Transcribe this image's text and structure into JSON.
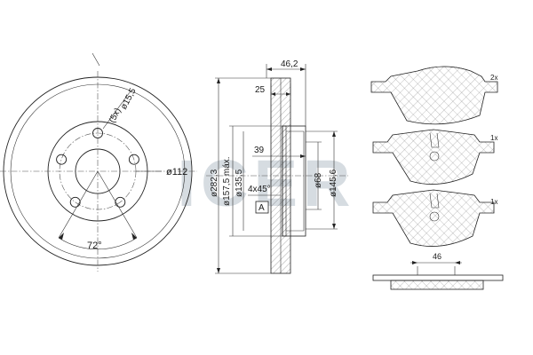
{
  "brand": {
    "logo_text": "ICER",
    "color": "#c9d1d8"
  },
  "front_view": {
    "bolt_label": "(5x)",
    "bolt_hole": "ø15,5",
    "pcd": "ø112",
    "angle": "72°"
  },
  "section_view": {
    "overall_width": "46,2",
    "disc_thickness": "25",
    "hat_height": "39",
    "chamfer": "4x45°",
    "view_marker": "A",
    "diameters": [
      "ø282,3",
      "ø157,5 máx.",
      "ø135,5"
    ],
    "inner_diameters": [
      "ø68",
      "ø145,6"
    ]
  },
  "brake_pads": {
    "quantities": [
      "2x",
      "1x",
      "1x"
    ],
    "pad_width": "46"
  },
  "colors": {
    "line": "#222222",
    "watermark": "#c9d1d8"
  }
}
